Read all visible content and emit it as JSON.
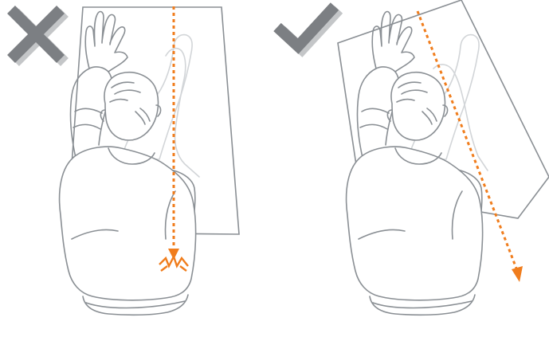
{
  "colors": {
    "background": "#ffffff",
    "line": "#8a8f94",
    "line_dark": "#6f7479",
    "ghost": "#d2d5d8",
    "wrong_mark": "#7c7f83",
    "wrong_shadow": "#c4c6c8",
    "right_mark": "#7c7f83",
    "right_shadow": "#c4c6c8",
    "arrow": "#f07d1d",
    "paper": "#ffffff"
  },
  "panels": [
    {
      "id": "incorrect",
      "mark_icon": "cross-icon",
      "paper": "upright",
      "arrow_ends": "pain-burst"
    },
    {
      "id": "correct",
      "mark_icon": "check-icon",
      "paper": "rotated",
      "arrow_ends": "arrowhead"
    }
  ]
}
